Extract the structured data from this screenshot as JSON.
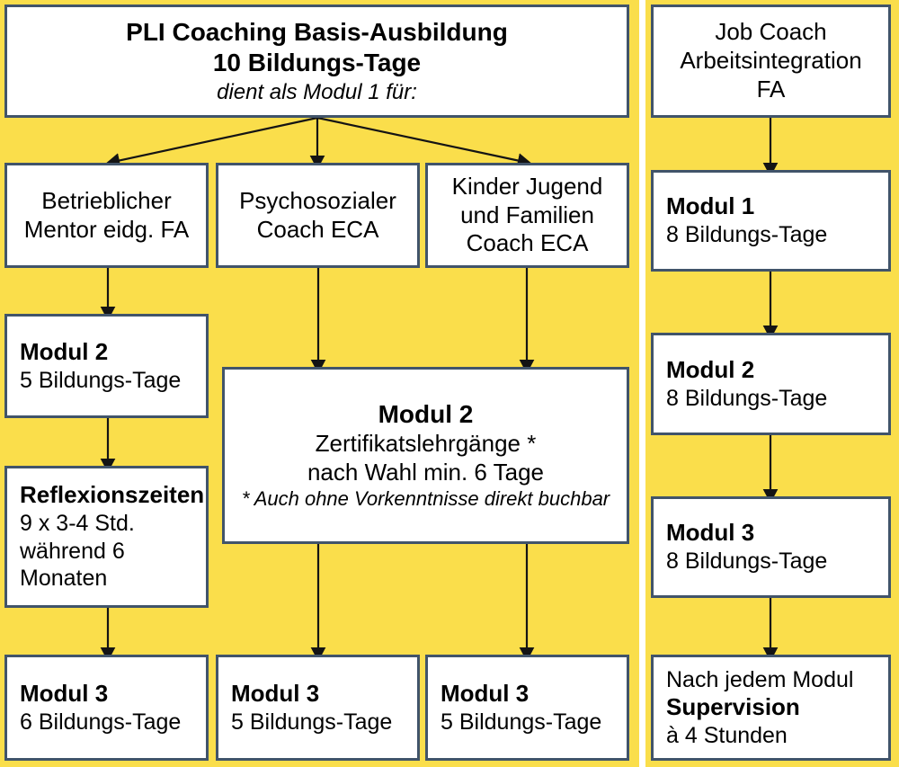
{
  "colors": {
    "background_yellow": "#FADE4B",
    "box_fill": "#FFFFFF",
    "box_border": "#41546A",
    "arrow": "#141414",
    "divider": "#FFFFFF",
    "text": "#000000"
  },
  "diagram": {
    "type": "flowchart",
    "columns": [
      {
        "name": "pli-coaching-column",
        "root": {
          "id": "pli-basis",
          "lines": [
            {
              "text": "PLI Coaching Basis-Ausbildung",
              "style": "bold"
            },
            {
              "text": "10 Bildungs-Tage",
              "style": "bold"
            },
            {
              "text": "dient als Modul 1 für:",
              "style": "italic"
            }
          ]
        },
        "branches": [
          {
            "id": "betrieblicher-mentor",
            "header": {
              "lines": [
                "Betrieblicher",
                "Mentor eidg. FA"
              ]
            },
            "steps": [
              {
                "id": "bm-modul-2",
                "title": "Modul 2",
                "detail": [
                  "5 Bildungs-Tage"
                ]
              },
              {
                "id": "bm-reflexionszeiten",
                "title": "Reflexionszeiten",
                "detail": [
                  "9 x 3-4 Std.",
                  "während 6",
                  "Monaten"
                ]
              },
              {
                "id": "bm-modul-3",
                "title": "Modul 3",
                "detail": [
                  "6 Bildungs-Tage"
                ]
              }
            ]
          },
          {
            "id": "psychosozialer-coach",
            "header": {
              "lines": [
                "Psychosozialer",
                "Coach ECA"
              ]
            },
            "steps": [
              {
                "id": "ps-modul-3",
                "title": "Modul 3",
                "detail": [
                  "5 Bildungs-Tage"
                ]
              }
            ]
          },
          {
            "id": "kinder-jugend-familien-coach",
            "header": {
              "lines": [
                "Kinder Jugend",
                "und Familien",
                "Coach ECA"
              ]
            },
            "steps": [
              {
                "id": "kjf-modul-3",
                "title": "Modul 3",
                "detail": [
                  "5 Bildungs-Tage"
                ]
              }
            ]
          }
        ],
        "shared_module": {
          "id": "shared-modul-2",
          "lines": [
            {
              "text": "Modul 2",
              "style": "bold"
            },
            {
              "text": "Zertifikatslehrgänge *",
              "style": "regular"
            },
            {
              "text": "nach Wahl min. 6 Tage",
              "style": "regular"
            },
            {
              "text": "* Auch ohne Vorkenntnisse direkt buchbar",
              "style": "italic"
            }
          ]
        }
      },
      {
        "name": "job-coach-column",
        "root": {
          "id": "job-coach",
          "lines": [
            {
              "text": "Job Coach",
              "style": "regular"
            },
            {
              "text": "Arbeitsintegration",
              "style": "regular"
            },
            {
              "text": "FA",
              "style": "regular"
            }
          ]
        },
        "steps": [
          {
            "id": "jc-modul-1",
            "title": "Modul 1",
            "detail": [
              "8 Bildungs-Tage"
            ]
          },
          {
            "id": "jc-modul-2",
            "title": "Modul 2",
            "detail": [
              "8 Bildungs-Tage"
            ]
          },
          {
            "id": "jc-modul-3",
            "title": "Modul 3",
            "detail": [
              "8 Bildungs-Tage"
            ]
          }
        ],
        "footer": {
          "id": "jc-supervision",
          "lines": [
            {
              "text": "Nach jedem Modul",
              "style": "regular"
            },
            {
              "text": "Supervision",
              "style": "bold"
            },
            {
              "text": "à 4 Stunden",
              "style": "regular"
            }
          ]
        }
      }
    ]
  }
}
